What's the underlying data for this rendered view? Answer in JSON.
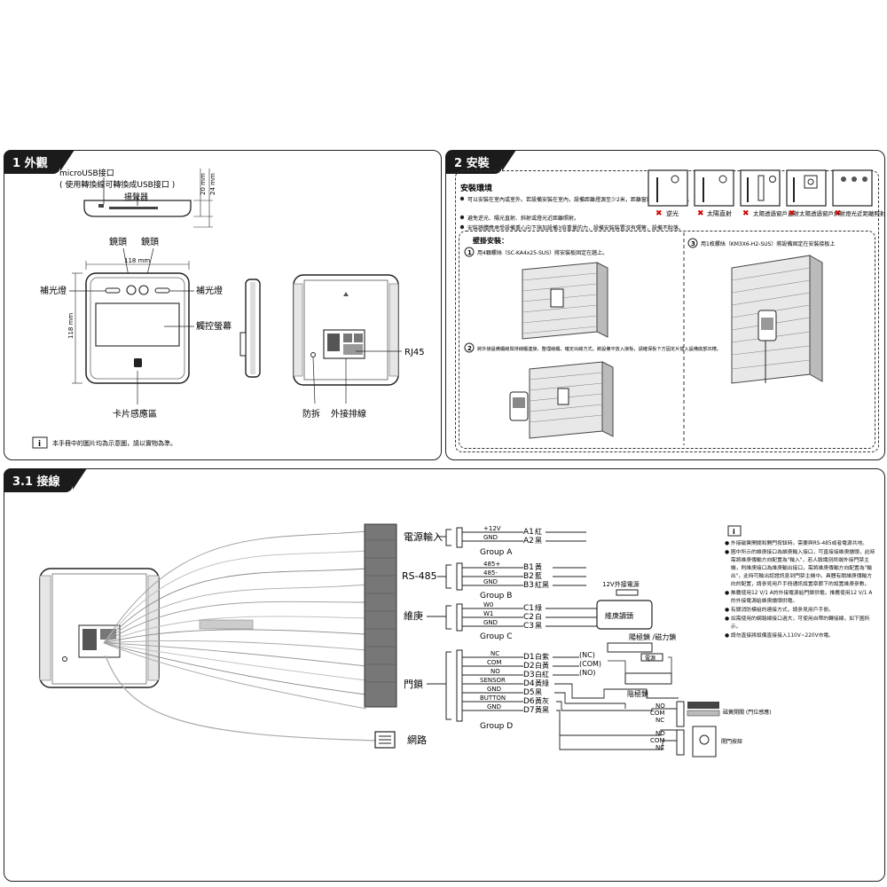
{
  "section1": {
    "tab": "1 外觀",
    "labels": {
      "microusb": "microUSB接口",
      "microusb_note": "( 使用轉換線可轉換成USB接口 )",
      "speaker": "揚聲器",
      "dim_20": "20 mm",
      "dim_24": "24 mm",
      "camera1": "鏡頭",
      "camera2": "鏡頭",
      "width_118": "118 mm",
      "height_118": "118 mm",
      "fill_light_left": "補光燈",
      "fill_light_right": "補光燈",
      "touchscreen": "觸控螢幕",
      "card_area": "卡片感應區",
      "tamper": "防拆",
      "cable": "外接排線",
      "rj45": "RJ45"
    },
    "note": "本手冊中的圖片均為示意圖，請以實物為準。"
  },
  "section2": {
    "tab": "2 安裝",
    "env_title": "安裝環境",
    "env_items": [
      "可以安裝在室內或室外。若設備安裝在室內，設備距離燈源至少2米，距離窗口及門口至少3米。",
      "避免逆光、陽光直射、斜射或燈光近距離照射。",
      "安裝牆體應承受設備重心向下施加設備3倍重量的力，設備安裝裝置沒有彈簧，設備不脫落。"
    ],
    "env_icons": [
      "逆光",
      "太陽直射",
      "太陽透過窗戶直射",
      "太陽透過窗戶斜射",
      "燈光近距離照射"
    ],
    "wall_title": "壁掛安裝：",
    "steps": [
      {
        "num": "1",
        "text": "用4顆螺絲（SC-KA4x25-SUS）將安裝板固定在牆上。"
      },
      {
        "num": "2",
        "text": "將外接設備纜線與排線纜連接，整理線纜，確定出線方式。將設備平放入接板，請確保板下方固定片插入設備底部凹槽。"
      },
      {
        "num": "3",
        "text": "用1枚螺絲（KM3X6-H2-SUS）將設備固定在安裝接板上"
      }
    ]
  },
  "section3": {
    "tab": "3.1 接線",
    "groups": [
      {
        "title": "電源輸入",
        "group": "Group A",
        "pins": [
          {
            "sig": "+12V",
            "pin": "A1",
            "color": "紅"
          },
          {
            "sig": "GND",
            "pin": "A2",
            "color": "黑"
          }
        ]
      },
      {
        "title": "RS-485",
        "group": "Group B",
        "pins": [
          {
            "sig": "485+",
            "pin": "B1",
            "color": "黃"
          },
          {
            "sig": "485-",
            "pin": "B2",
            "color": "藍"
          },
          {
            "sig": "GND",
            "pin": "B3",
            "color": "紅黑"
          }
        ]
      },
      {
        "title": "維庚",
        "group": "Group C",
        "pins": [
          {
            "sig": "W0",
            "pin": "C1",
            "color": "綠"
          },
          {
            "sig": "W1",
            "pin": "C2",
            "color": "白"
          },
          {
            "sig": "GND",
            "pin": "C3",
            "color": "黑"
          }
        ]
      },
      {
        "title": "門鎖",
        "group": "Group D",
        "pins": [
          {
            "sig": "NC",
            "pin": "D1",
            "color": "白紫"
          },
          {
            "sig": "COM",
            "pin": "D2",
            "color": "白黃"
          },
          {
            "sig": "NO",
            "pin": "D3",
            "color": "白紅"
          },
          {
            "sig": "SENSOR",
            "pin": "D4",
            "color": "黃綠"
          },
          {
            "sig": "GND",
            "pin": "D5",
            "color": "黑"
          },
          {
            "sig": "BUTTON",
            "pin": "D6",
            "color": "黃灰"
          },
          {
            "sig": "GND",
            "pin": "D7",
            "color": "黃黑"
          }
        ]
      }
    ],
    "network": "網路",
    "wiegand_power": "12V外接電源",
    "wiegand_reader": "維庚讀頭",
    "lock_title": "陽極鎖\n/磁力鎖",
    "lock_nc": "(NC)",
    "lock_com": "(COM)",
    "lock_no": "(NO)",
    "lock_power": "電源",
    "cathode_lock": "陰極鎖",
    "door_sensor": "磁簧開關\n(門位感應)",
    "exit_button": "開門按鈕",
    "relay_no": "NO",
    "relay_com": "COM",
    "relay_nc": "NC",
    "notes": [
      "外接磁簧開關和開門按鈕時，需要與RS-485或者電源共地。",
      "圖中所示的維庚接口為維庚輸入接口，可直接接維庚讀頭，此時需將維庚傳輸方向配置為\"輸入\"，若人臉識別終端外接門禁主機，則維庚接口為維庚輸出接口，需將維庚傳輸方向配置為\"輸出\"，此時可輸出認證訊息到門禁主機中。具體有關維庚傳輸方向的配置，請參見用戶手冊通訊設置章節下的設置維庚參數。",
      "推薦使用12 V/1 A的外接電源給門鎖供電。推薦使用12 V/1 A的外接電源給維庚讀頭供電。",
      "有關消防模組的連接方式，請參見用戶手冊。",
      "如需使用的網路線接口過大，可使用自帶的轉接線，如下圖所示。",
      "請勿直接將設備直接接入110V~220V市電。"
    ]
  }
}
